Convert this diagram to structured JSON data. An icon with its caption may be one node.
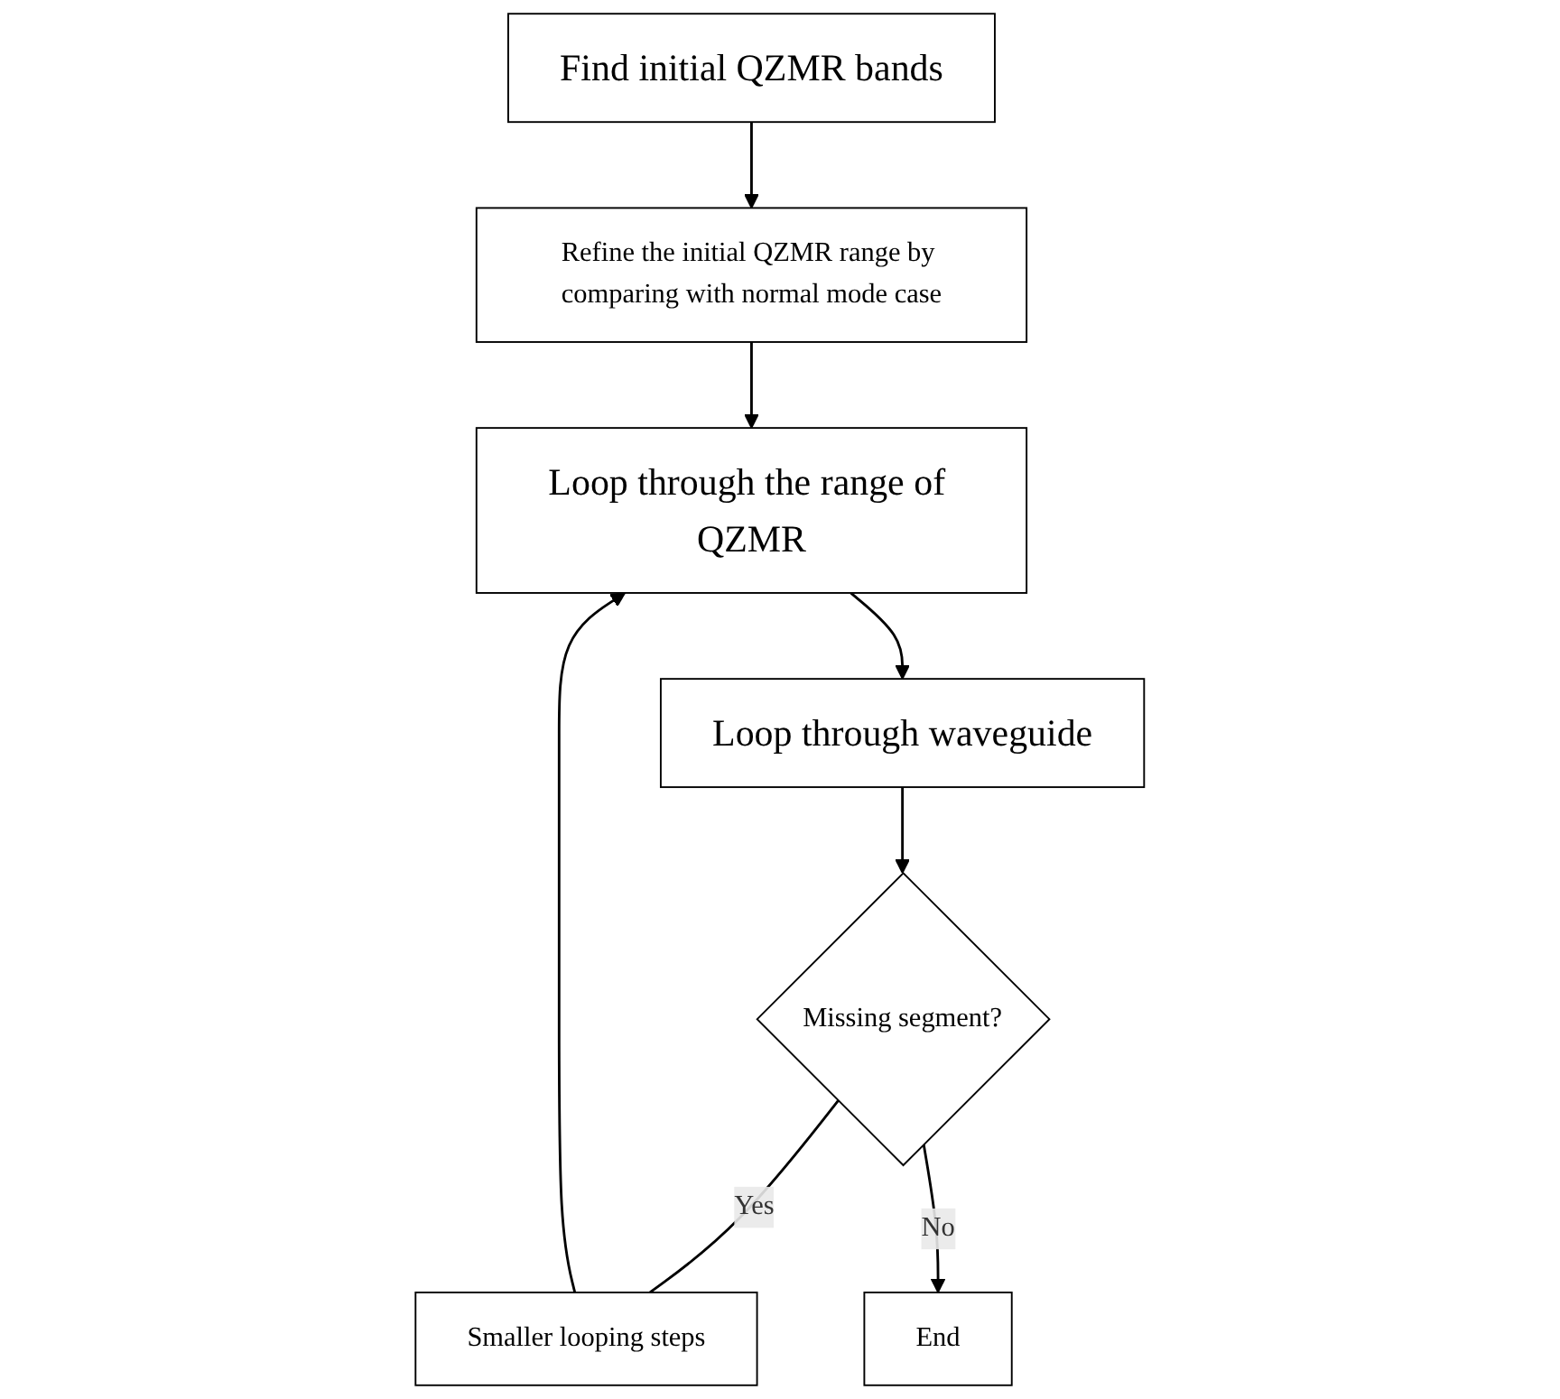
{
  "diagram": {
    "nodes": [
      {
        "text": [
          "Find initial QZMR bands"
        ]
      },
      {
        "text": [
          "Refine the initial QZMR range by comparing with normal mode case"
        ]
      },
      {
        "text": [
          "Loop through the range of QZMR"
        ]
      },
      {
        "text": [
          "Loop through waveguide"
        ]
      },
      {
        "text": [
          "Missing segment?"
        ]
      },
      {
        "text": [
          "Smaller looping steps"
        ]
      },
      {
        "text": [
          "End"
        ]
      }
    ],
    "edges": [
      {
        "from": 0,
        "to": 1,
        "arrow": "to"
      },
      {
        "from": 1,
        "to": 2,
        "arrow": "to"
      },
      {
        "from": 2,
        "to": 3,
        "arrow": "to"
      },
      {
        "from": 3,
        "to": 4,
        "arrow": "to"
      },
      {
        "from": 4,
        "to": 5,
        "arrow": "none",
        "label": "Yes"
      },
      {
        "from": 5,
        "to": 2,
        "arrow": "to"
      },
      {
        "from": 4,
        "to": 6,
        "arrow": "to",
        "label": "No"
      }
    ]
  }
}
